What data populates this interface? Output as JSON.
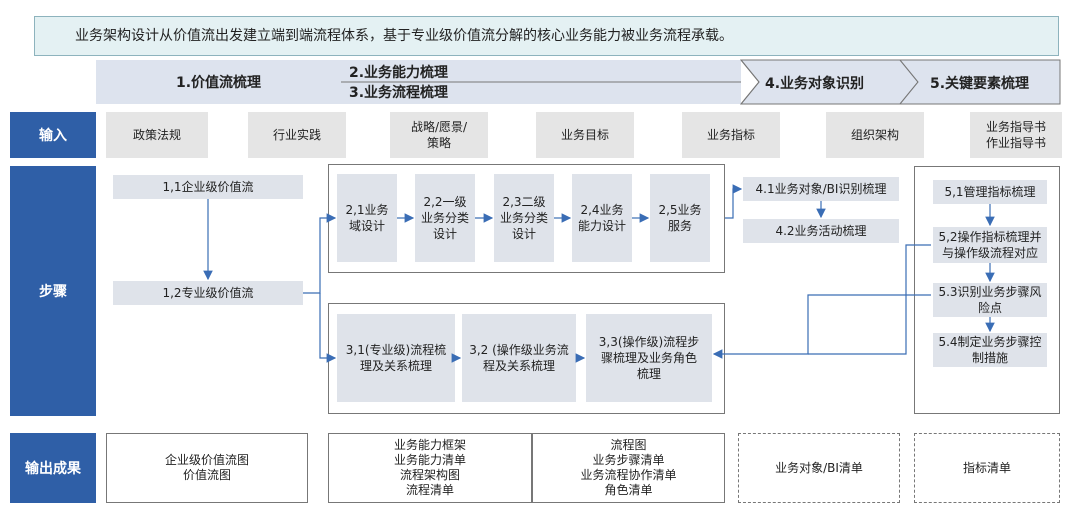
{
  "banner": "业务架构设计从价值流出发建立端到端流程体系，基于专业级价值流分解的核心业务能力被业务流程承载。",
  "phases": {
    "p1": "1.价值流梳理",
    "p2": "2.业务能力梳理",
    "p3": "3.业务流程梳理",
    "p4": "4.业务对象识别",
    "p5": "5.关键要素梳理"
  },
  "rows": {
    "input": "输入",
    "steps": "步骤",
    "output": "输出成果"
  },
  "inputs": [
    "政策法规",
    "行业实践",
    "战略/愿景/\n策略",
    "业务目标",
    "业务指标",
    "组织架构",
    "业务指导书\n作业指导书"
  ],
  "steps": {
    "s11": "1,1企业级价值流",
    "s12": "1,2专业级价值流",
    "s21": "2,1业务\n域设计",
    "s22": "2,2一级\n业务分类\n设计",
    "s23": "2,3二级\n业务分类\n设计",
    "s24": "2,4业务\n能力设计",
    "s25": "2,5业务\n服务",
    "s31": "3,1(专业级)流程梳\n理及关系梳理",
    "s32": "3,2 (操作级业务流\n程及关系梳理",
    "s33": "3,3(操作级)流程步\n骤梳理及业务角色\n梳理",
    "s41": "4.1业务对象/BI识别梳理",
    "s42": "4.2业务活动梳理",
    "s51": "5,1管理指标梳理",
    "s52": "5,2操作指标梳理并\n与操作级流程对应",
    "s53": "5.3识别业务步骤风\n险点",
    "s54": "5.4制定业务步骤控\n制措施"
  },
  "outputs": {
    "o1": "企业级价值流图\n价值流图",
    "o2": "业务能力框架\n业务能力清单\n流程架构图\n流程清单",
    "o3": "流程图\n业务步骤清单\n业务流程协作清单\n角色清单",
    "o4": "业务对象/BI清单",
    "o5": "指标清单"
  },
  "colors": {
    "sidebar": "#2f5fa7",
    "banner_bg": "#e4f1f3",
    "phase_bg": "#dde3ee",
    "step_bg": "#dfe3ea",
    "arrow": "#3a6db5"
  }
}
